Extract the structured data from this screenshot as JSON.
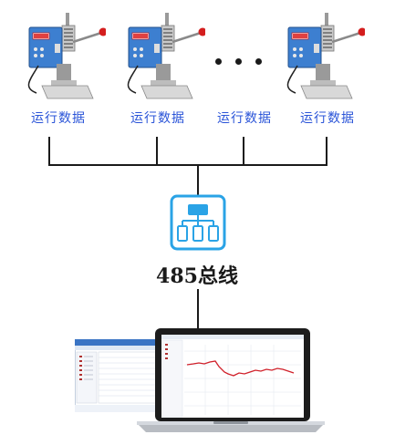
{
  "devices": [
    {
      "label": "运行数据"
    },
    {
      "label": "运行数据"
    },
    {
      "label": "运行数据"
    },
    {
      "label": "运行数据"
    }
  ],
  "bus": {
    "label": "485总线"
  },
  "colors": {
    "label_blue": "#2a54d8",
    "line": "#1a1a1a",
    "network_icon": "#2aa3e6",
    "chart_line": "#d0202a"
  },
  "icons": {
    "ellipsis": "ellipsis-icon",
    "network": "network-hub-icon"
  }
}
